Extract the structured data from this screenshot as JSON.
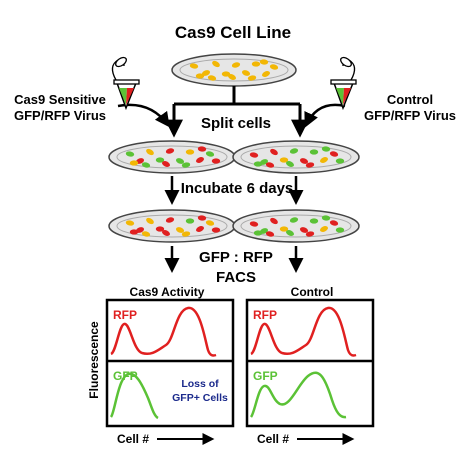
{
  "title": "Cas9 Cell Line",
  "left_virus_label": [
    "Cas9 Sensitive",
    "GFP/RFP Virus"
  ],
  "right_virus_label": [
    "Control",
    "GFP/RFP Virus"
  ],
  "split_label": "Split cells",
  "incubate_label": "Incubate 6 days",
  "ratio_label": "GFP : RFP",
  "facs_label": "FACS",
  "left_panel_title": "Cas9 Activity",
  "right_panel_title": "Control",
  "y_axis_label": "Fluorescence",
  "rfp_label": "RFP",
  "gfp_label": "GFP",
  "loss_label": [
    "Loss of",
    "GFP+ Cells"
  ],
  "x_axis_label": "Cell #",
  "colors": {
    "rfp": "#e02020",
    "gfp": "#5bc236",
    "cell_yellow": "#f2b705",
    "loss_text": "#1b2a8c",
    "dish_fill": "#e6e6e6"
  }
}
